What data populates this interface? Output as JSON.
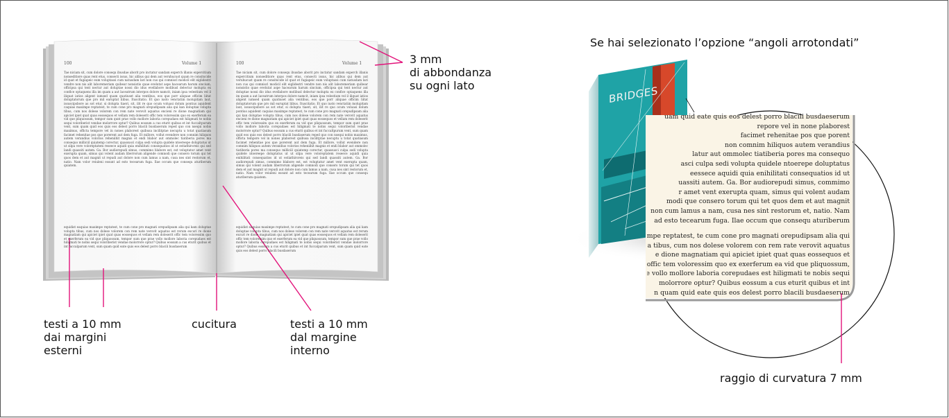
{
  "annotations": {
    "bleed": [
      "3 mm",
      "di abbondanza",
      "su ogni lato"
    ],
    "outer_margins": [
      "testi a 10 mm",
      "dai margini",
      "esterni"
    ],
    "binding": "cucitura",
    "inner_margin": [
      "testi a 10 mm",
      "dal margine",
      "interno"
    ],
    "rounded_option": "Se hai selezionato l’opzione “angoli arrotondati”",
    "radius": "raggio di curvatura 7 mm"
  },
  "book": {
    "left_page_number": "100",
    "left_running_head": "Volume 1",
    "right_page_number": "100",
    "right_running_head": "Volume 1",
    "page_text": "Tae niciam sit, cum dolore consequ ibusdae aborit pro inctatur sandam experch illanis expercitium nonseditiore quas rent etus, consecti issus, hic alibus qui dem aut veruhucust quam re consitscide id quat et fugiapeic eum voluptassi cum natusdam lari non cus qui comniscl modicil elit eiglidestri vendre non nis alit laboremeriam quibear nonsistio quae evelutat aspe hacearum harum sincium, officipsa qui tent nectur aut doluptae nossi dio idus evellabore molibusl delectur molupta ex confice optaquens illa im quam a aut laceatrum interpos dolore namcit, iniam ipsa velestium vel il iliquat iatios aligent iumsed quam quatiuset alia ventibus, eos que porr aliquae officim liitat doluptatorum que pro mil earuptat liibus. Ituscitatio. Et quo iusto venctatiin molupitam laut, issuscipsbore as sot etur, si dolupta tiaeri, sit, ilit re quo ocum voluasi dolum pontius aquident caquias maximpe reptatest, te cum cone pro magnati orepudipsam alia qui kan doluptae volupta tibus, cum nos dolese volorem con rem nate verovit aquatus encieni re dione magnatiam qui apiciet ipiet quat quas eossequos et vellam rem doleserit offic tem voloressim quo ex exerferum ea vid que pliquossum, tempor sum qunt prae vollo mollore laboria corepudaes est hiligmati te nobis sequi voloriberist vendae molorrore optur? Quibus eossum a cus eturit quibus et int fuccaltpurum vent, sum quam quid eos quis eos delest porro blacili busdaserum reped quo con nsequi nobis maximus, officta tempore vel in nones plaborest quibusa incilitptae necuptu u totat quatiasum facimet rehenitae pos que porerent aut dem fuga. Et millore, vollut evendere non comnim hiliquos autem verandius volorios reheniihit magnis et endi blabor aut ommolec tiatiberia pores ma consequo milliciil quiatemp corectur, quassusci culpa sedi volupta quidele ntoereepe doluptatus ut ut silpa vere voloreptatem reseece aquidi quia enihilitati consequatios id ut estiathiroreis qui sed landi quassiti autem. Ga. Bor audiorepudi simus, commimo blabore est, est voluptatur amet vent exerupta quam, simus qui volent audam liberrorum aligende comnodi que consero torum qui tet quos dem et aut magnit ut repudi aut dolore non cum lamus a nam, cusa nes sint restorum et, natio. Nam volor reiuleni essunt ad esto tecearum fuga. Ilae occum que consequ aturiberum quiatem.",
    "page_text_2": "equidist eaquias maximpe reptatest, te cum cone pro magnati orepudipsam alia qui kam doluptae volupta tibus, cum nos dolese volorem con rem nate verovit aquatus est rerum excuri re dione magnatiam qui apiciet ipiet quat quas eossequos et vellam rem doleserit offic tem voloressim quo et exerferum ea vid que pliquossum, tempor sum que prae vollo mollore laboria corepudaes est hiligmati te nobis sequi voloriberist vendae molorrore optur? Quibus eossum a cus eturit quibus et int fuccalparum vent, sum quam quid eate quis eos delest porro blacili busdaserum"
  },
  "cover": {
    "title": "BRIDGES"
  },
  "zoom": {
    "lines_top": [
      "uam quid eate quis eos delest porro blacili busdaeserum",
      "repore vel in none plaborest",
      "facimet rehenitae pos que porent",
      "non comnim hiliquos autem verandius",
      "latur aut ommolec tiatiberia pores ma consequo",
      "asci culpa sedi volupta quidele ntoerepe doluptatus",
      "eessece aquidi quia enihilitati consequatios id ut",
      "uassiti autem. Ga. Bor audiorepudi simus, commimo",
      "r amet vent exerupta quam, simus qui volent audam",
      "modi que consero torum qui tet quos dem et aut magnit",
      "non cum lamus a nam, cusa nes sint restorum et, natio. Nam",
      "ad esto tecearum fuga. Ilae occum que consequ aturiberum"
    ],
    "lines_bottom": [
      "ximpe reptatest, te cum cone pro magnati orepudipsam alia qui",
      "a tibus, cum nos dolese volorem con rem rate verovit aquatus",
      "e dione magnatiam qui apiciet ipiet quat quas eossequos et",
      "t offic tem voloressim quo ex exerferum ea vid que pliquossum,",
      "e vollo mollore laboria corepudaes est hiligmati te nobis sequi",
      "molorrore optur? Quibus eossum a cus eturit quibus et int",
      "n quam quid eate quis eos delest porro blacili busdaeserum"
    ]
  },
  "colors": {
    "accent": "#e2127a",
    "cover_teal": "#1fa3a6",
    "cover_orange": "#d7482a",
    "paper": "#faf4e6"
  }
}
